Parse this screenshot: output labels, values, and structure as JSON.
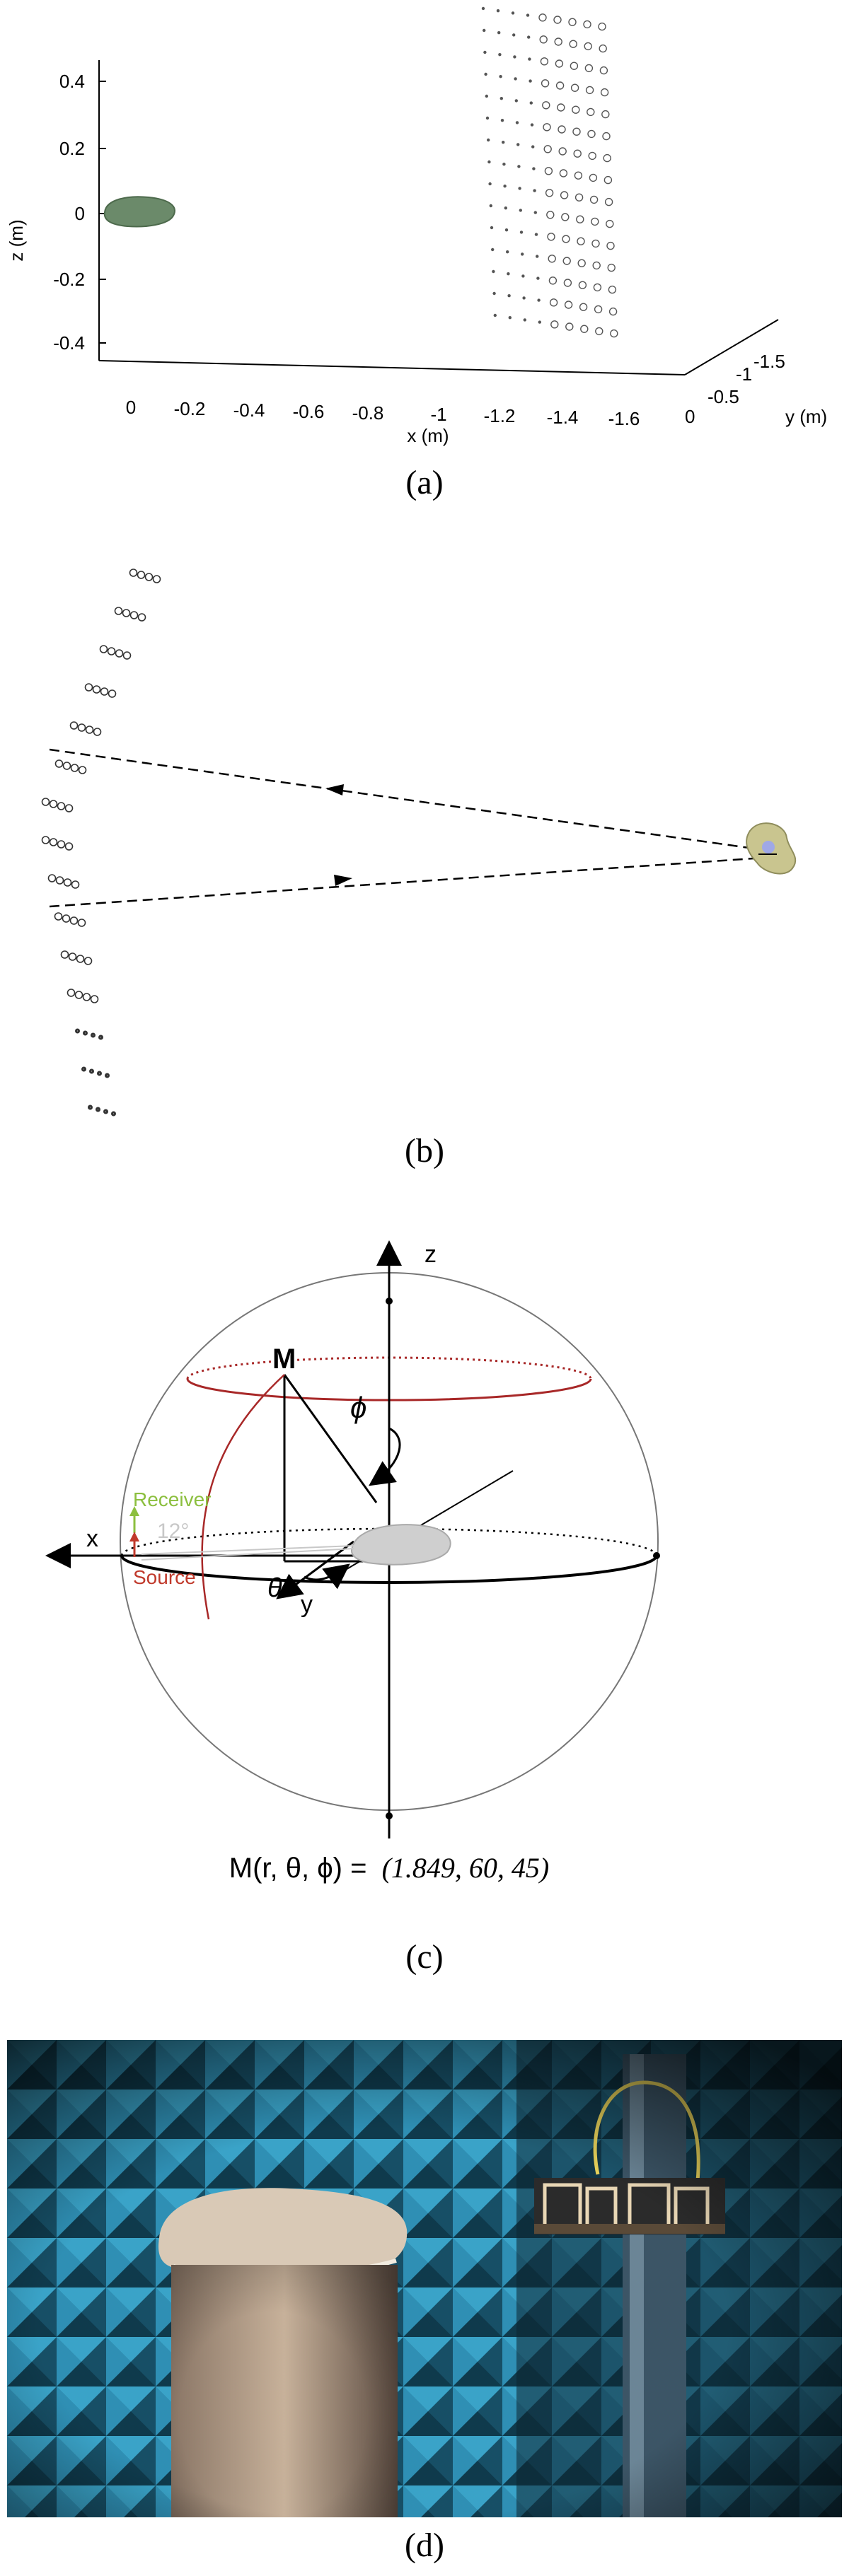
{
  "figure": {
    "captions": [
      "(a)",
      "(b)",
      "(c)",
      "(d)"
    ]
  },
  "panel_a": {
    "z_axis_label": "z (m)",
    "x_axis_label": "x (m)",
    "y_axis_label": "y (m)",
    "z_ticks": [
      "0.4",
      "0.2",
      "0",
      "-0.2",
      "-0.4"
    ],
    "x_ticks": [
      "0",
      "-0.2",
      "-0.4",
      "-0.6",
      "-0.8",
      "-1",
      "-1.2",
      "-1.4",
      "-1.6"
    ],
    "y_ticks": [
      "0",
      "-0.5",
      "-1",
      "-1.5"
    ],
    "object_color": "#6b8a6a",
    "microphone_color": "#555555"
  },
  "panel_b": {
    "object_color": "#c9c58f",
    "object_core_color": "#9fa8e6"
  },
  "panel_c": {
    "axis_z": "z",
    "axis_x": "x",
    "axis_y": "y",
    "point_label": "M",
    "phi_symbol": "ϕ",
    "theta_symbol": "θ",
    "receiver_label": "Receiver",
    "source_label": "Source",
    "angle_label": "12°",
    "equation_prefix": "M(r, θ, ϕ) =",
    "equation_values": "(1.849, 60, 45)",
    "receiver_color": "#8cbf3f",
    "source_color": "#c0392b",
    "ring_color": "#a82828"
  },
  "panel_d": {
    "wall_color": "#2c7fa0",
    "object_color": "#d9c9b6"
  }
}
